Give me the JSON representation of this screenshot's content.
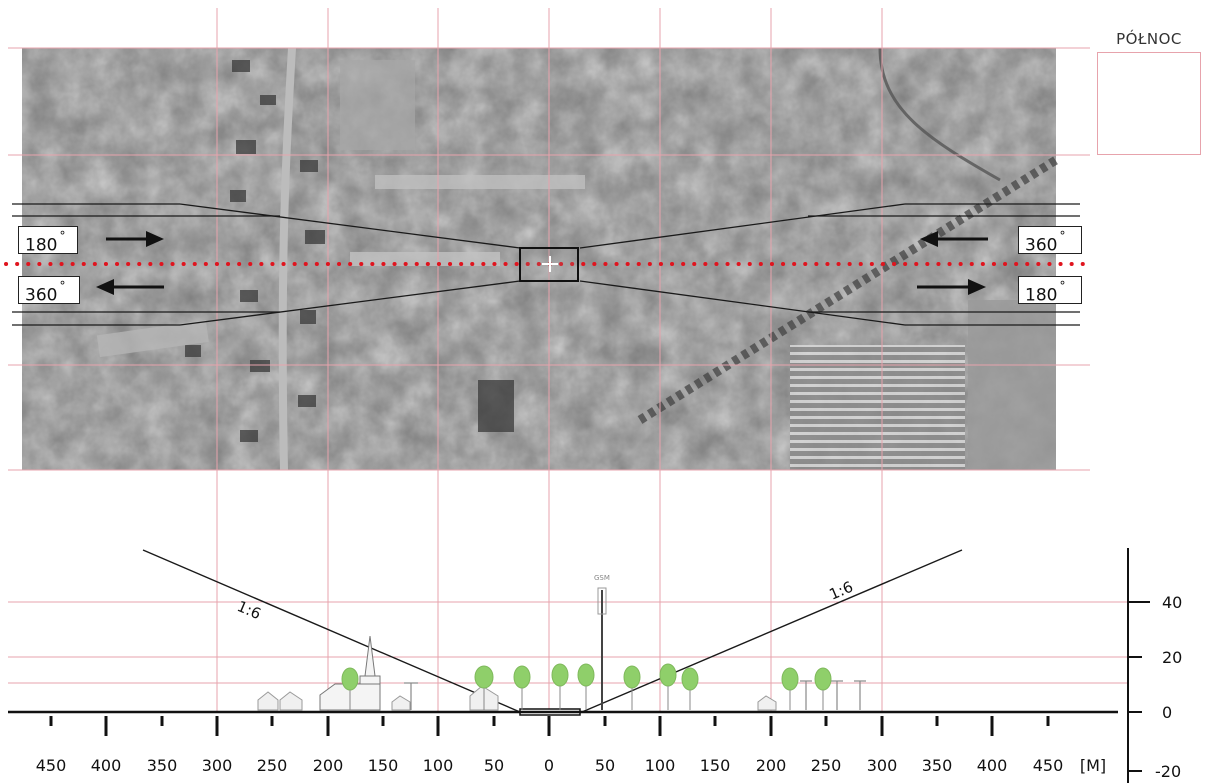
{
  "compass": {
    "label": "PÓŁNOC"
  },
  "angles": [
    {
      "id": "left-top",
      "text": "180",
      "deg": "°"
    },
    {
      "id": "left-bottom",
      "text": "360",
      "deg": "°"
    },
    {
      "id": "right-top",
      "text": "360",
      "deg": "°"
    },
    {
      "id": "right-bottom",
      "text": "180",
      "deg": "°"
    }
  ],
  "slopes": {
    "left": "1:6",
    "right": "1:6"
  },
  "mast_label": "GSM",
  "x_axis": {
    "ticks": [
      "450",
      "400",
      "350",
      "300",
      "250",
      "200",
      "150",
      "100",
      "50",
      "0",
      "50",
      "100",
      "150",
      "200",
      "250",
      "300",
      "350",
      "400",
      "450"
    ],
    "unit": "[M]"
  },
  "y_axis": {
    "ticks": [
      "40",
      "20",
      "0",
      "-20"
    ]
  },
  "colors": {
    "grid": "#e7a3ac",
    "centerline": "#e0141e",
    "lines": "#1a1a1a",
    "tree": "#8fcf6a"
  }
}
